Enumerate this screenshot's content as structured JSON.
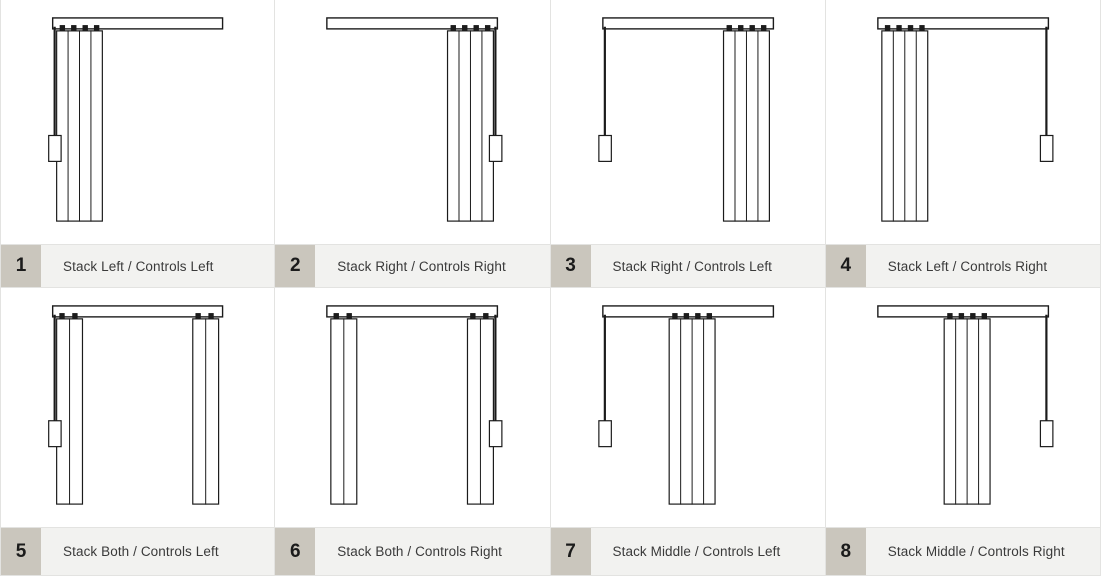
{
  "figure": {
    "title_visible": false,
    "description": "Vertical blind stack and control position options chart",
    "rows": 2,
    "columns": 4,
    "colors": {
      "grid_line": "#e3e3e1",
      "number_box_bg": "#cac6bd",
      "label_bg": "#f2f2f0",
      "label_text": "#3a3a3a",
      "number_text": "#1b1b1b",
      "drawing_stroke": "#1b1b1b",
      "vane_fill": "#ffffff",
      "canvas_bg": "#ffffff"
    }
  },
  "options": [
    {
      "number": "1",
      "label": "Stack Left / Controls Left",
      "stack": "left",
      "controls": "left",
      "vanes": 4,
      "groups": 1
    },
    {
      "number": "2",
      "label": "Stack Right / Controls Right",
      "stack": "right",
      "controls": "right",
      "vanes": 4,
      "groups": 1
    },
    {
      "number": "3",
      "label": "Stack Right / Controls Left",
      "stack": "right",
      "controls": "left",
      "vanes": 4,
      "groups": 1
    },
    {
      "number": "4",
      "label": "Stack Left / Controls Right",
      "stack": "left",
      "controls": "right",
      "vanes": 4,
      "groups": 1
    },
    {
      "number": "5",
      "label": "Stack Both / Controls Left",
      "stack": "both",
      "controls": "left",
      "vanes": 4,
      "groups": 2
    },
    {
      "number": "6",
      "label": "Stack Both / Controls Right",
      "stack": "both",
      "controls": "right",
      "vanes": 4,
      "groups": 2
    },
    {
      "number": "7",
      "label": "Stack Middle / Controls Left",
      "stack": "middle",
      "controls": "left",
      "vanes": 4,
      "groups": 1
    },
    {
      "number": "8",
      "label": "Stack Middle / Controls Right",
      "stack": "middle",
      "controls": "right",
      "vanes": 4,
      "groups": 1
    }
  ]
}
